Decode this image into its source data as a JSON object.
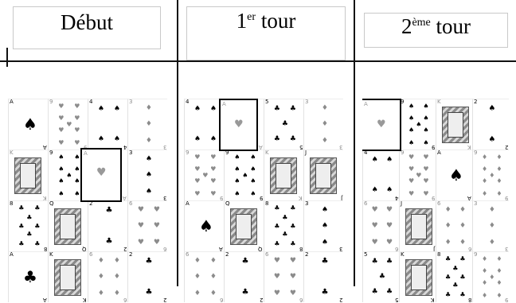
{
  "headers": {
    "col1": "Début",
    "col2_num": "1",
    "col2_sup": "er",
    "col2_word": " tour",
    "col3_num": "2",
    "col3_sup": "ème",
    "col3_word": " tour"
  },
  "colors": {
    "black_suit": "#000000",
    "red_suit": "#8c8c8c",
    "border": "#111111"
  },
  "suit_icons": {
    "spade": "♠",
    "heart": "♥",
    "club": "♣",
    "diamond": "♦"
  },
  "panels": [
    {
      "name": "debut",
      "cards": [
        {
          "r": "A",
          "s": "spade"
        },
        {
          "r": "9",
          "s": "heart"
        },
        {
          "r": "4",
          "s": "spade"
        },
        {
          "r": "3",
          "s": "diamond"
        },
        {
          "r": "K",
          "s": "diamond"
        },
        {
          "r": "9",
          "s": "spade"
        },
        {
          "r": "A",
          "s": "heart"
        },
        {
          "r": "3",
          "s": "spade"
        },
        {
          "r": "8",
          "s": "club"
        },
        {
          "r": "Q",
          "s": "club"
        },
        {
          "r": "2",
          "s": "club"
        },
        {
          "r": "6",
          "s": "heart"
        },
        {
          "r": "A",
          "s": "club"
        },
        {
          "r": "K",
          "s": "club"
        },
        {
          "r": "6",
          "s": "diamond"
        },
        {
          "r": "2",
          "s": "club"
        }
      ]
    },
    {
      "name": "tour1",
      "cards": [
        {
          "r": "4",
          "s": "spade"
        },
        {
          "r": "A",
          "s": "heart"
        },
        {
          "r": "5",
          "s": "club"
        },
        {
          "r": "3",
          "s": "diamond"
        },
        {
          "r": "9",
          "s": "heart"
        },
        {
          "r": "9",
          "s": "spade"
        },
        {
          "r": "K",
          "s": "diamond"
        },
        {
          "r": "J",
          "s": "spade"
        },
        {
          "r": "A",
          "s": "spade"
        },
        {
          "r": "Q",
          "s": "club"
        },
        {
          "r": "8",
          "s": "club"
        },
        {
          "r": "3",
          "s": "spade"
        },
        {
          "r": "6",
          "s": "diamond"
        },
        {
          "r": "2",
          "s": "club"
        },
        {
          "r": "6",
          "s": "heart"
        },
        {
          "r": "2",
          "s": "club"
        }
      ]
    },
    {
      "name": "tour2",
      "cards": [
        {
          "r": "A",
          "s": "heart"
        },
        {
          "r": "9",
          "s": "spade"
        },
        {
          "r": "K",
          "s": "diamond"
        },
        {
          "r": "2",
          "s": "spade"
        },
        {
          "r": "4",
          "s": "spade"
        },
        {
          "r": "9",
          "s": "heart"
        },
        {
          "r": "A",
          "s": "spade"
        },
        {
          "r": "9",
          "s": "diamond"
        },
        {
          "r": "6",
          "s": "heart"
        },
        {
          "r": "J",
          "s": "spade"
        },
        {
          "r": "6",
          "s": "diamond"
        },
        {
          "r": "3",
          "s": "diamond"
        },
        {
          "r": "5",
          "s": "club"
        },
        {
          "r": "K",
          "s": "club"
        },
        {
          "r": "8",
          "s": "club"
        },
        {
          "r": "9",
          "s": "diamond"
        }
      ]
    }
  ]
}
